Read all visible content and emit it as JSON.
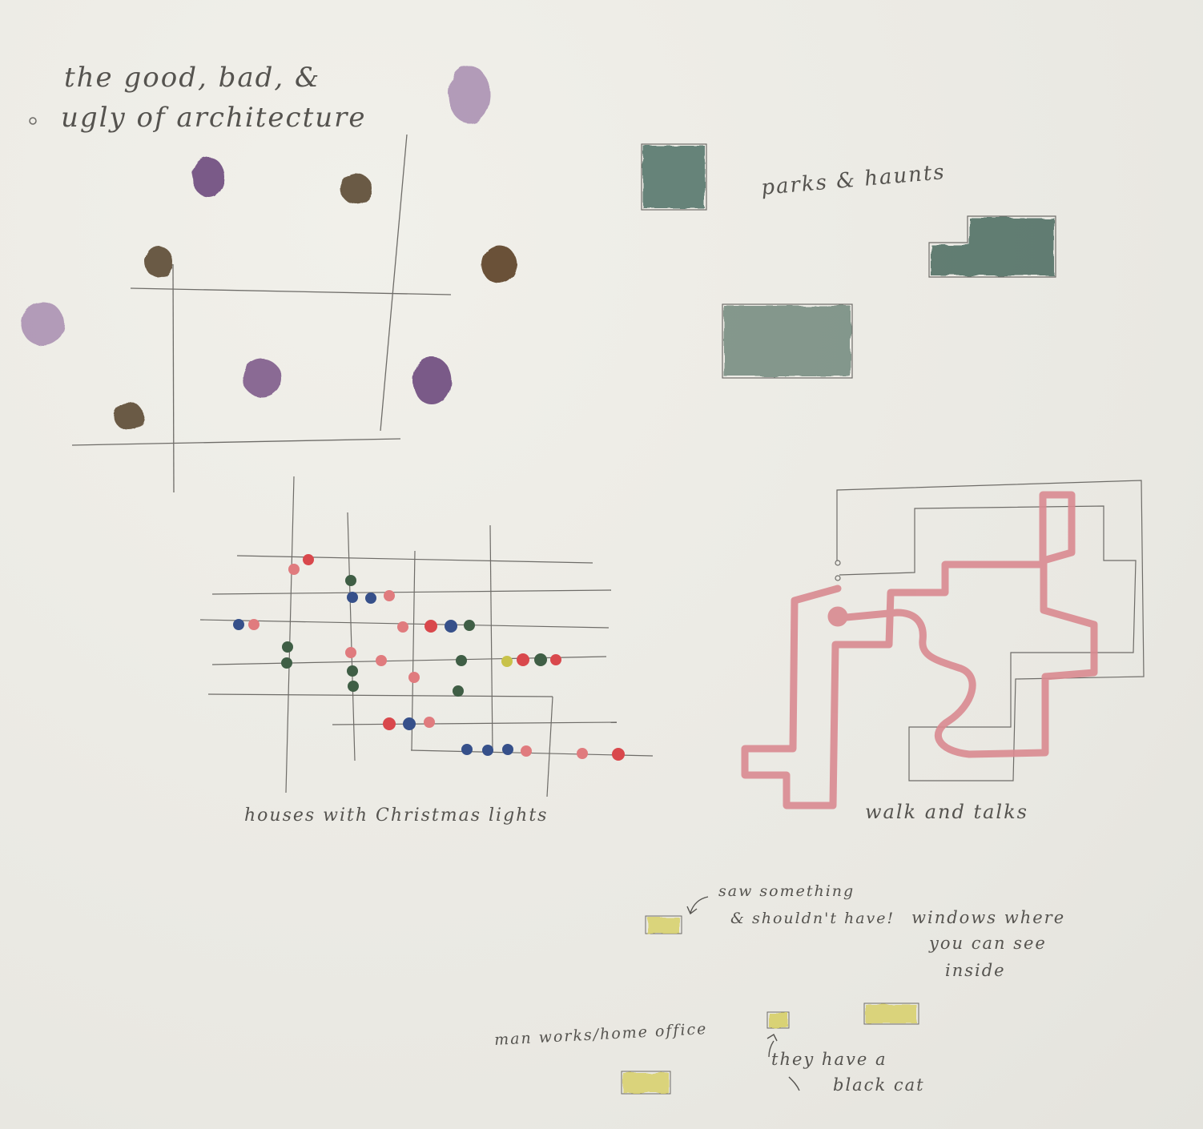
{
  "notes": {
    "title_line1": "the good, bad, &",
    "title_line2": "ugly of architecture",
    "parks": "parks & haunts",
    "christmas": "houses with Christmas lights",
    "walks": "walk and talks",
    "saw1": "saw something",
    "saw2": "& shouldn't have!",
    "win1": "windows where",
    "win2": "you can see",
    "win3": "inside",
    "man": "man works/home office",
    "cat1": "they have a",
    "cat2": "black cat"
  },
  "colors": {
    "paper": "#ecebe5",
    "pencil": "#6e6c68",
    "purple": "#7a5a88",
    "brown": "#6b5a44",
    "teal": "#4f7166",
    "red_light": "#e07b7e",
    "red": "#d9484c",
    "navy": "#36508a",
    "green_dot": "#3f5e45",
    "yellow": "#d7cf62",
    "route": "#d98a90"
  }
}
